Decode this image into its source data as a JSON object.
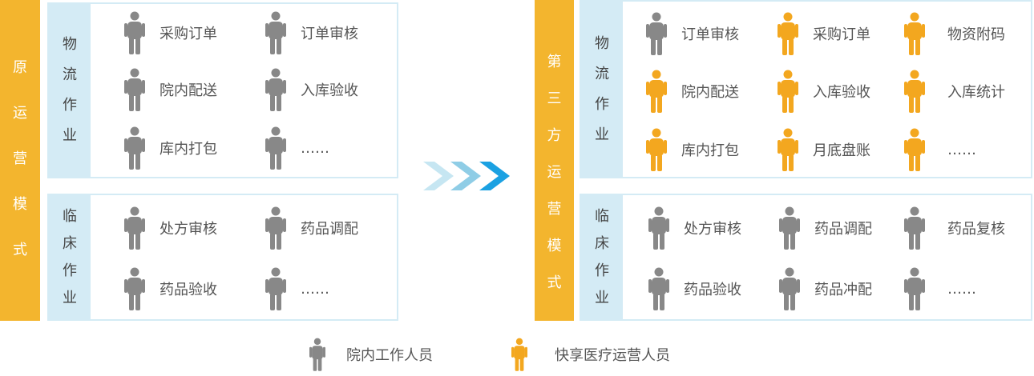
{
  "colors": {
    "staff": "#888888",
    "operator": "#f3a71f",
    "bar": "#f3b52e",
    "label_bg": "#d4ebf5",
    "arrow_light": "#c6e6f2",
    "arrow_mid": "#8fcde6",
    "arrow_dark": "#1ba1e2"
  },
  "left": {
    "title": [
      "原",
      "运",
      "营",
      "模",
      "式"
    ],
    "logistics": {
      "label": [
        "物",
        "流",
        "作",
        "业"
      ],
      "items": [
        {
          "text": "采购订单",
          "role": "staff"
        },
        {
          "text": "订单审核",
          "role": "staff"
        },
        {
          "text": "院内配送",
          "role": "staff"
        },
        {
          "text": "入库验收",
          "role": "staff"
        },
        {
          "text": "库内打包",
          "role": "staff"
        },
        {
          "text": "……",
          "role": "staff"
        }
      ]
    },
    "clinical": {
      "label": [
        "临",
        "床",
        "作",
        "业"
      ],
      "items": [
        {
          "text": "处方审核",
          "role": "staff"
        },
        {
          "text": "药品调配",
          "role": "staff"
        },
        {
          "text": "药品验收",
          "role": "staff"
        },
        {
          "text": "……",
          "role": "staff"
        }
      ]
    }
  },
  "right": {
    "title": [
      "第",
      "三",
      "方",
      "运",
      "营",
      "模",
      "式"
    ],
    "logistics": {
      "label": [
        "物",
        "流",
        "作",
        "业"
      ],
      "items": [
        {
          "text": "订单审核",
          "role": "staff"
        },
        {
          "text": "采购订单",
          "role": "operator"
        },
        {
          "text": "物资附码",
          "role": "operator"
        },
        {
          "text": "院内配送",
          "role": "operator"
        },
        {
          "text": "入库验收",
          "role": "operator"
        },
        {
          "text": "入库统计",
          "role": "operator"
        },
        {
          "text": "库内打包",
          "role": "operator"
        },
        {
          "text": "月底盘账",
          "role": "operator"
        },
        {
          "text": "……",
          "role": "operator"
        }
      ]
    },
    "clinical": {
      "label": [
        "临",
        "床",
        "作",
        "业"
      ],
      "items": [
        {
          "text": "处方审核",
          "role": "staff"
        },
        {
          "text": "药品调配",
          "role": "staff"
        },
        {
          "text": "药品复核",
          "role": "staff"
        },
        {
          "text": "药品验收",
          "role": "staff"
        },
        {
          "text": "药品冲配",
          "role": "staff"
        },
        {
          "text": "……",
          "role": "staff"
        }
      ]
    }
  },
  "legend": {
    "staff": "院内工作人员",
    "operator": "快享医疗运营人员"
  }
}
